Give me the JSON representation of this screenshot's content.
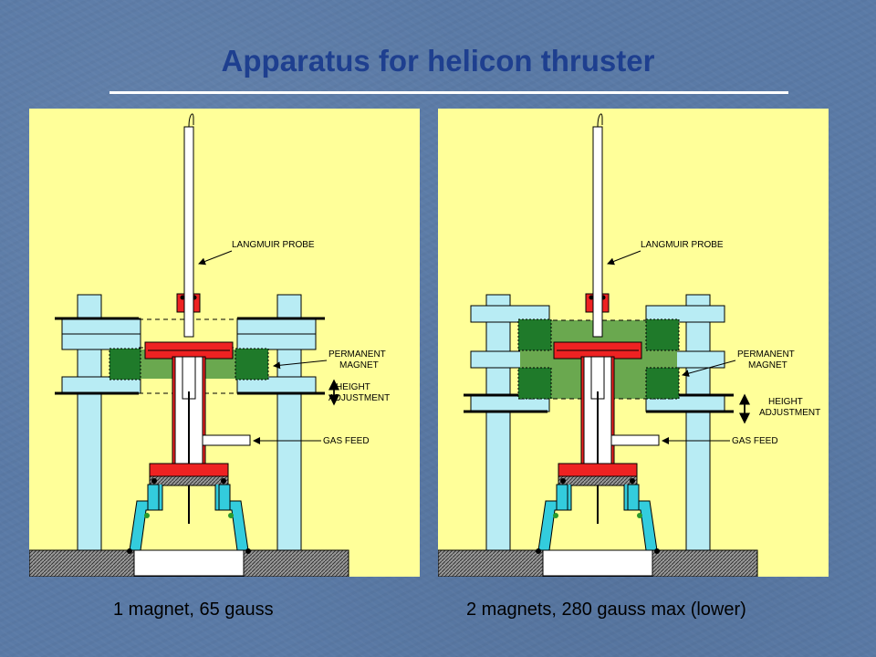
{
  "slide": {
    "title": "Apparatus for helicon thruster"
  },
  "panels": [
    {
      "caption": "1 magnet, 65 gauss",
      "labels": {
        "probe": "LANGMUIR PROBE",
        "magnet_line1": "PERMANENT",
        "magnet_line2": "MAGNET",
        "height_line1": "HEIGHT",
        "height_line2": "ADJUSTMENT",
        "gas": "GAS FEED"
      }
    },
    {
      "caption": "2 magnets, 280 gauss max (lower)",
      "labels": {
        "probe": "LANGMUIR PROBE",
        "magnet_line1": "PERMANENT",
        "magnet_line2": "MAGNET",
        "height_line1": "HEIGHT",
        "height_line2": "ADJUSTMENT",
        "gas": "GAS FEED"
      }
    }
  ],
  "colors": {
    "panel_bg": "#ffff99",
    "frame": "#b8ecf4",
    "magnet": "#1f7a2a",
    "magnet_region": "#6aa84f",
    "holder": "#ee2222",
    "base_stand": "#33ccdd",
    "title": "#1e3f8f"
  }
}
